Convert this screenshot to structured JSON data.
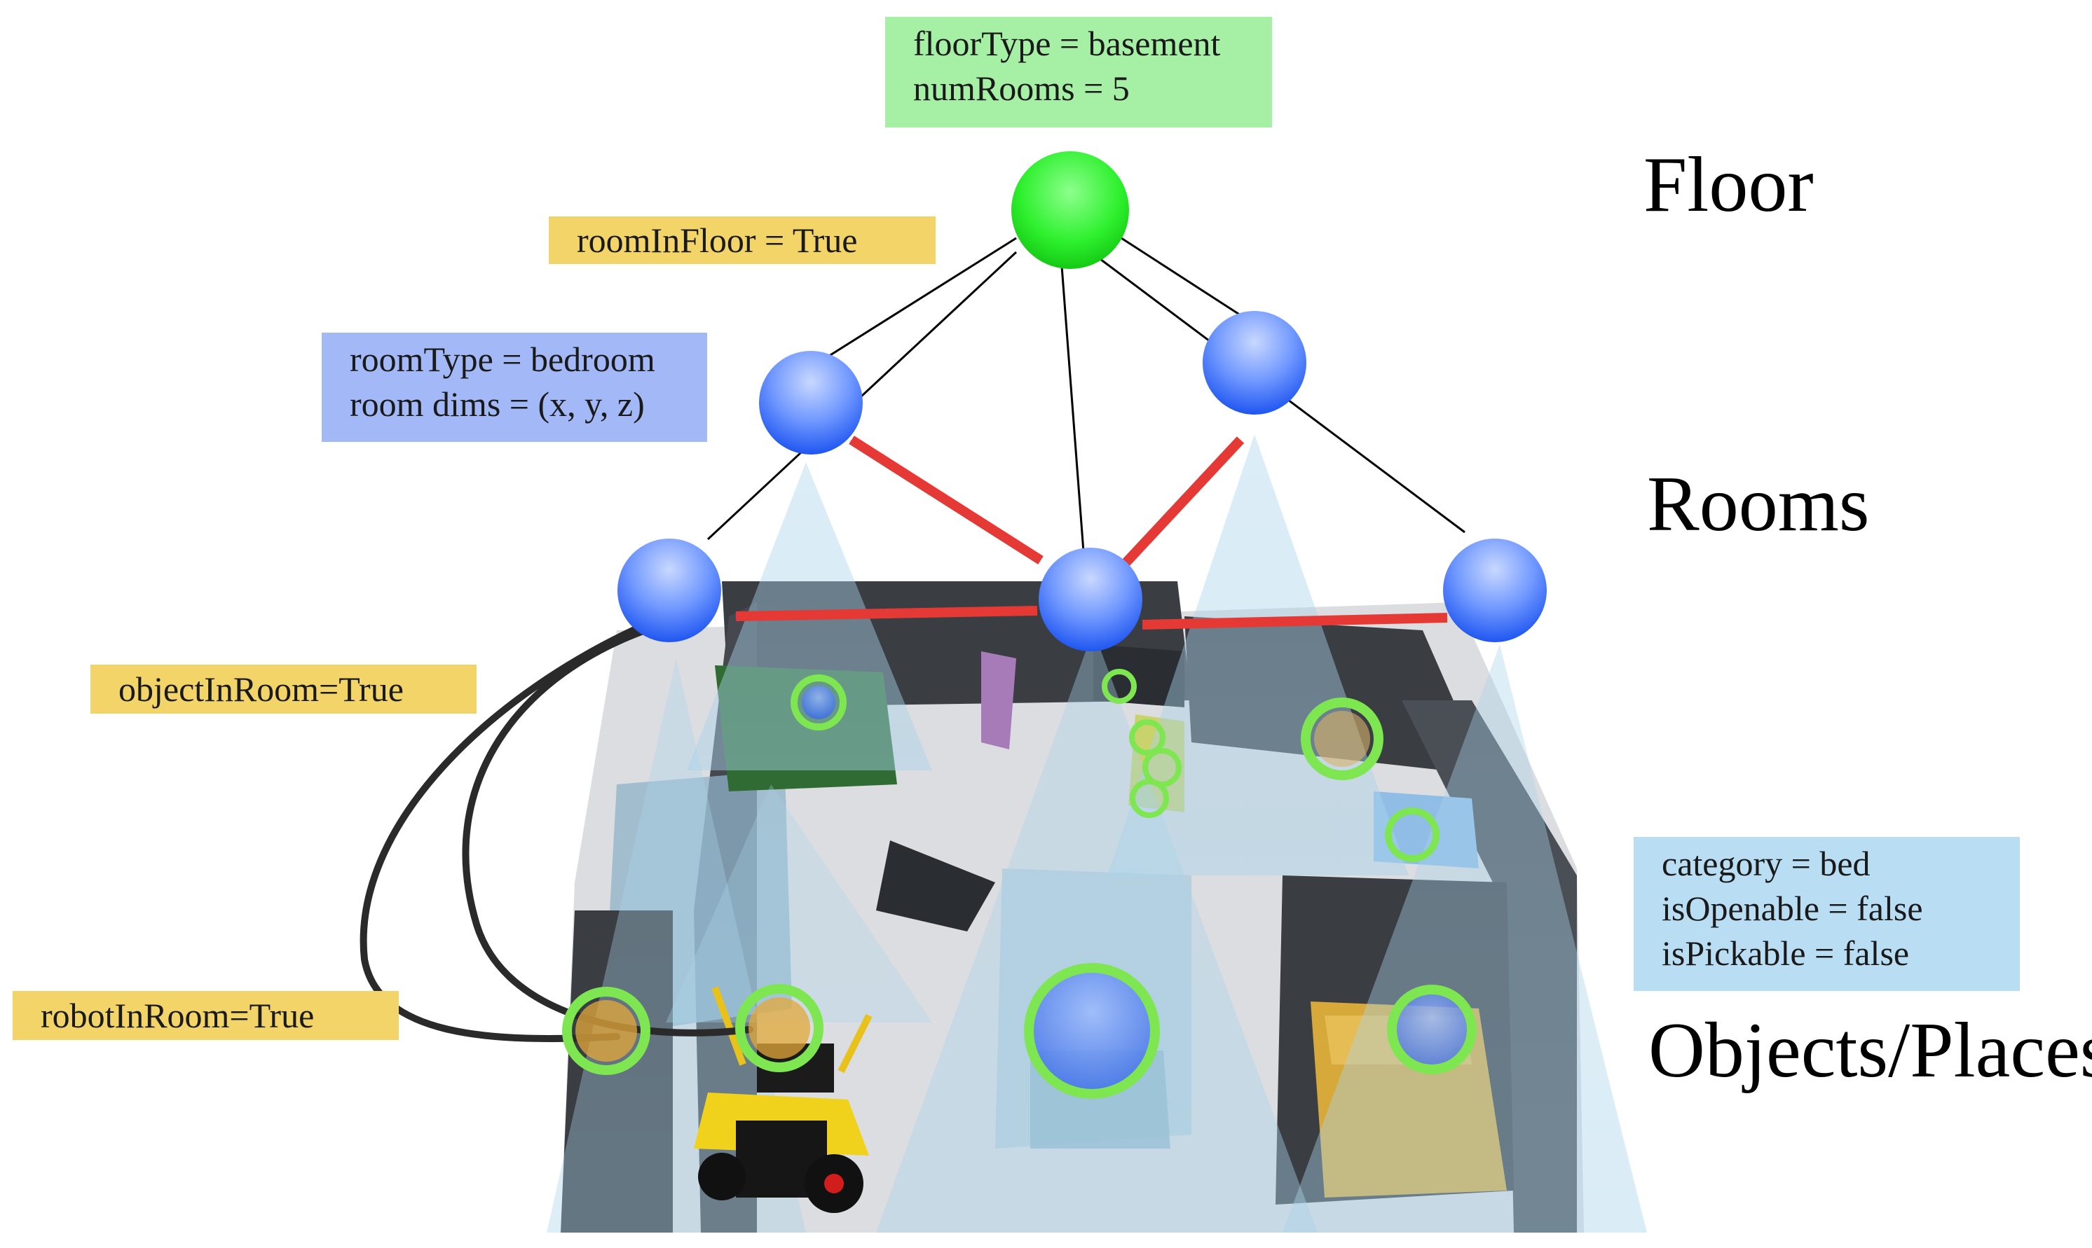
{
  "floor_node_attrs": {
    "line1": "floorType = basement",
    "line2": "numRooms = 5"
  },
  "edge_labels": {
    "room_in_floor": "roomInFloor = True",
    "object_in_room": "objectInRoom=True",
    "robot_in_room": "robotInRoom=True"
  },
  "room_node_attrs": {
    "line1": "roomType = bedroom",
    "line2": "room dims = (x, y, z)"
  },
  "object_node_attrs": {
    "line1": "category = bed",
    "line2": "isOpenable = false",
    "line3": "isPickable = false"
  },
  "levels": {
    "floor": "Floor",
    "rooms": "Rooms",
    "objects": "Objects/Places"
  },
  "colors": {
    "floor_node": "#17e017",
    "room_node": "#2f6cf5",
    "room_edge": "#e53935",
    "hierarchy_edge": "#000000",
    "object_ring": "#7ee650",
    "frustum": "#a9d3ea",
    "scene_dark": "#3a3d42",
    "scene_glass": "#8fb3c8"
  },
  "icons": {
    "robot": "robot-icon",
    "scene": "3d-scene-mesh"
  }
}
